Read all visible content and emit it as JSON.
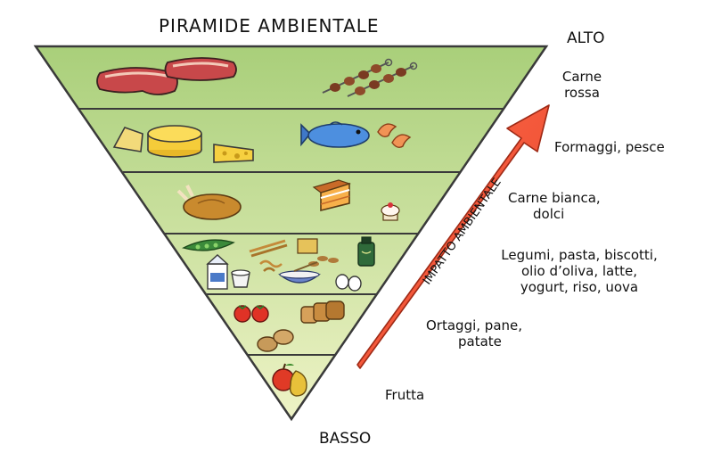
{
  "title": "PIRAMIDE AMBIENTALE",
  "top_label": "ALTO",
  "bottom_label": "BASSO",
  "arrow_label": "IMPATTO AMBIENTALE",
  "levels": [
    {
      "lines": [
        "Carne",
        "rossa"
      ]
    },
    {
      "lines": [
        "Formaggi, pesce"
      ]
    },
    {
      "lines": [
        "Carne bianca,",
        "dolci"
      ]
    },
    {
      "lines": [
        "Legumi, pasta, biscotti,",
        "olio d’oliva, latte,",
        "yogurt, riso, uova"
      ]
    },
    {
      "lines": [
        "Ortaggi, pane,",
        "patate"
      ]
    },
    {
      "lines": [
        "Frutta"
      ]
    }
  ],
  "colors": {
    "pyramid_top": "#a9cf7a",
    "pyramid_bottom": "#eef3c6",
    "outline": "#3a3a3a",
    "arrow": "#e8462c",
    "arrow_dark": "#9e2a16"
  },
  "icons": {
    "level1": [
      "steak-icon",
      "steak-icon",
      "skewer-icon",
      "skewer-icon"
    ],
    "level2": [
      "cheese-wedge-icon",
      "cheese-wheel-icon",
      "swiss-cheese-icon",
      "fish-icon",
      "shrimp-icon"
    ],
    "level3": [
      "roast-chicken-icon",
      "cake-slice-icon",
      "cupcake-icon"
    ],
    "level4": [
      "peapod-icon",
      "pasta-icon",
      "biscuit-icon",
      "oil-bottle-icon",
      "milk-carton-icon",
      "yogurt-icon",
      "rice-bowl-icon",
      "eggs-icon"
    ],
    "level5": [
      "tomato-icon",
      "bread-icon",
      "potato-icon"
    ],
    "level6": [
      "apple-pear-icon"
    ]
  }
}
